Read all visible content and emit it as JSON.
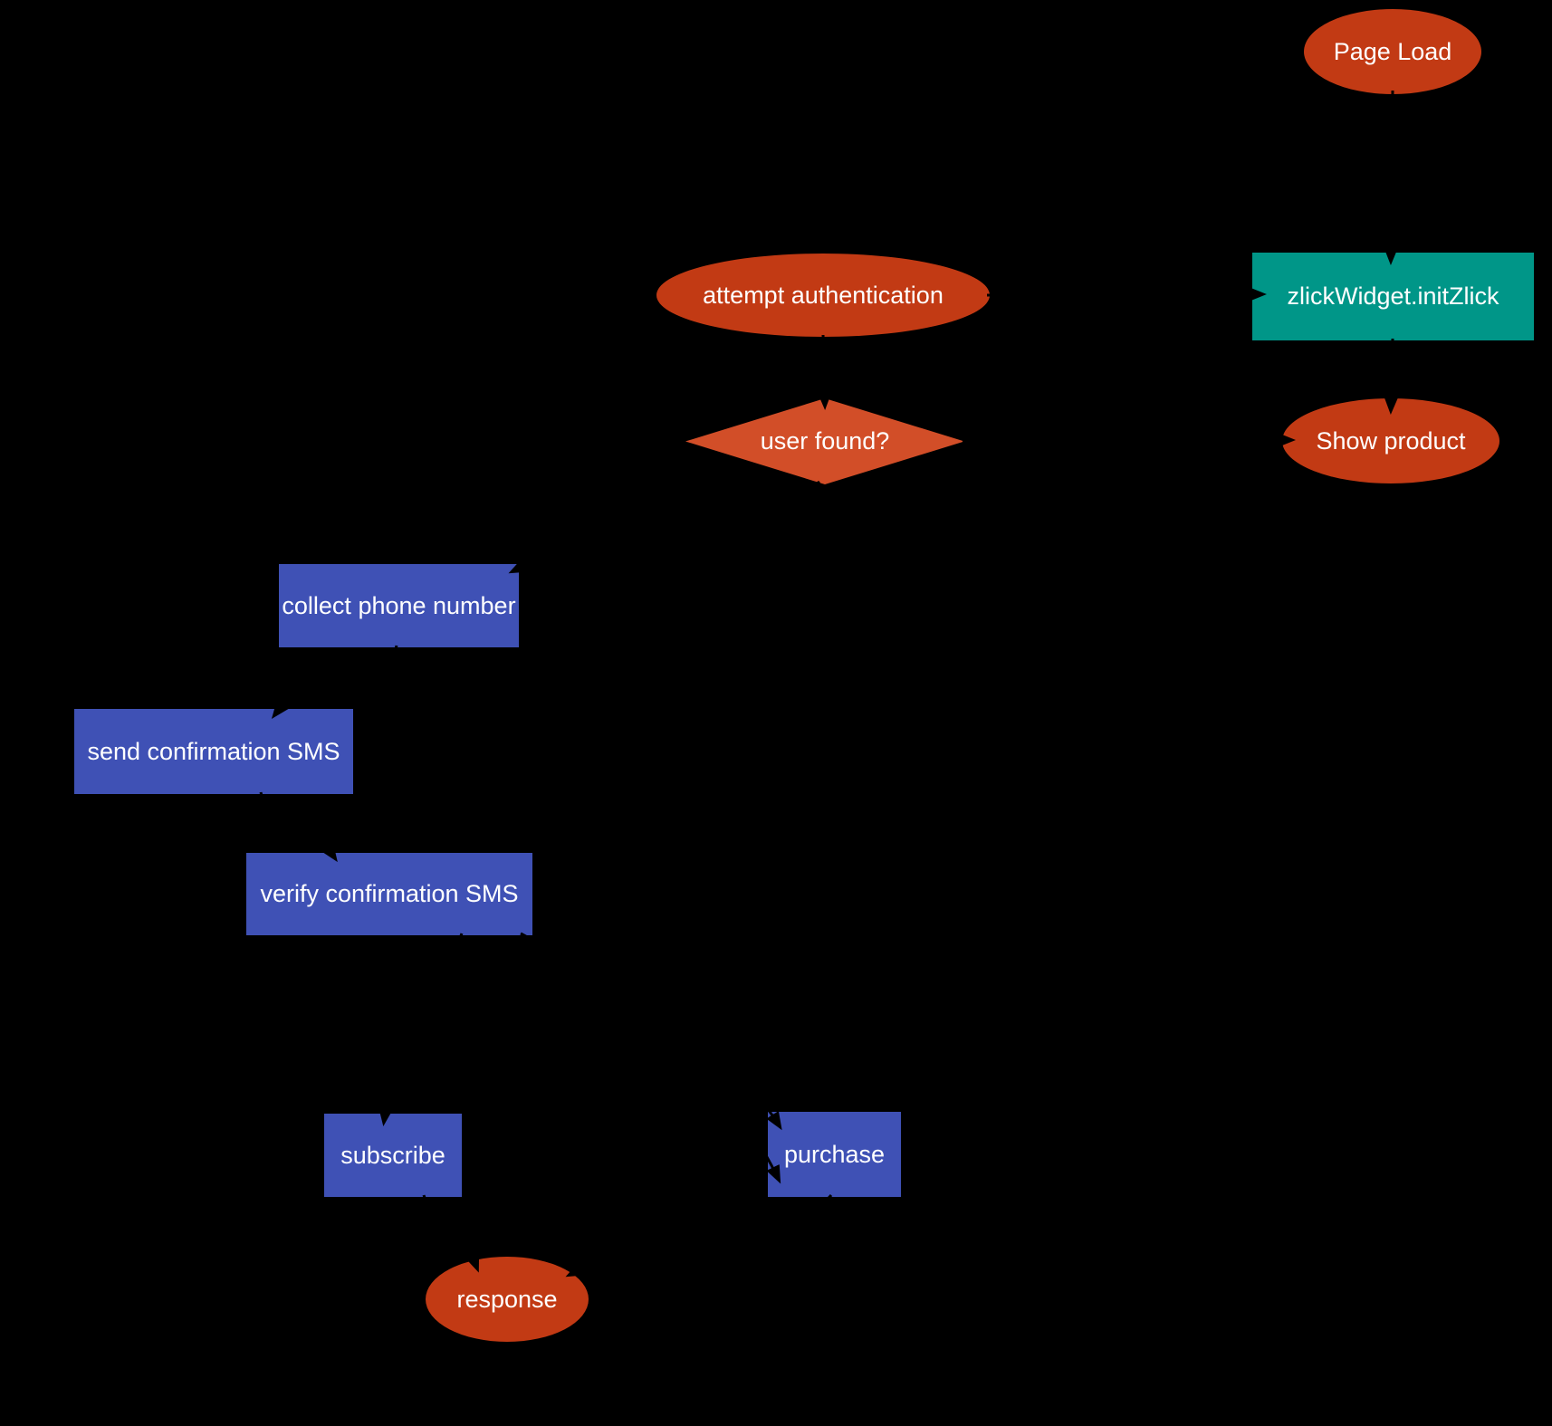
{
  "diagram": {
    "background_color": "#000000",
    "text_color": "#ffffff",
    "palette": {
      "terminal_red": "#c23a14",
      "decision_orange": "#d24e28",
      "process_blue": "#3f51b5",
      "api_teal": "#009688",
      "edge_color": "#000000"
    },
    "nodes": {
      "page_load": {
        "label": "Page Load",
        "shape": "ellipse",
        "color": "#c23a14"
      },
      "init_zlick": {
        "label": "zlickWidget.initZlick",
        "shape": "rect",
        "color": "#009688"
      },
      "attempt_auth": {
        "label": "attempt authentication",
        "shape": "ellipse",
        "color": "#c23a14"
      },
      "user_found": {
        "label": "user found?",
        "shape": "diamond",
        "color": "#d24e28"
      },
      "show_product": {
        "label": "Show product",
        "shape": "ellipse",
        "color": "#c23a14"
      },
      "collect_phone": {
        "label": "collect phone number",
        "shape": "rect",
        "color": "#3f51b5"
      },
      "send_sms": {
        "label": "send confirmation SMS",
        "shape": "rect",
        "color": "#3f51b5"
      },
      "verify_sms": {
        "label": "verify confirmation SMS",
        "shape": "rect",
        "color": "#3f51b5"
      },
      "subscribe": {
        "label": "subscribe",
        "shape": "rect",
        "color": "#3f51b5"
      },
      "purchase": {
        "label": "purchase",
        "shape": "rect",
        "color": "#3f51b5"
      },
      "response": {
        "label": "response",
        "shape": "ellipse",
        "color": "#c23a14"
      }
    }
  }
}
